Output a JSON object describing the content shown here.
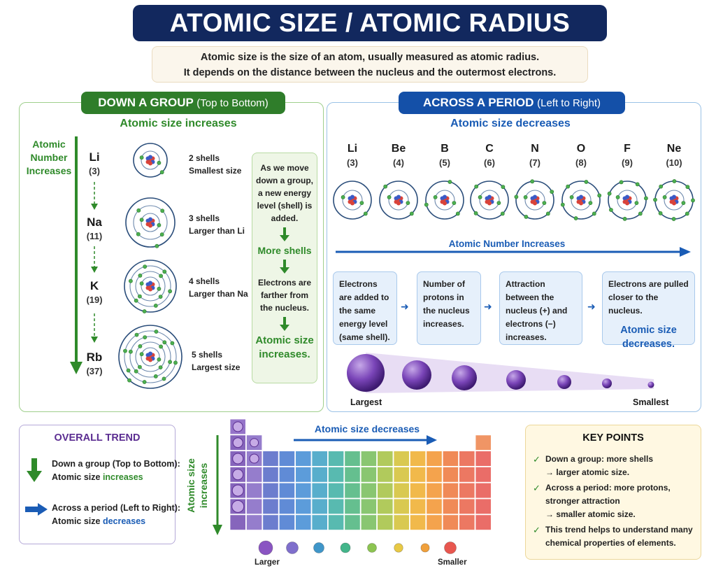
{
  "title": "ATOMIC SIZE / ATOMIC RADIUS",
  "intro": {
    "line1": "Atomic size is the size of an atom, usually measured as atomic radius.",
    "line2": "It depends on the distance between the nucleus and the outermost electrons."
  },
  "group_section": {
    "tag": "DOWN A GROUP",
    "tag_sub": "(Top to Bottom)",
    "heading": "Atomic size increases",
    "axis_label_line1": "Atomic",
    "axis_label_line2": "Number",
    "axis_label_line3": "Increases",
    "elements": [
      {
        "symbol": "Li",
        "number": "(3)",
        "shells": 2,
        "line1": "2 shells",
        "line2": "Smallest size"
      },
      {
        "symbol": "Na",
        "number": "(11)",
        "shells": 3,
        "line1": "3 shells",
        "line2": "Larger than Li"
      },
      {
        "symbol": "K",
        "number": "(19)",
        "shells": 4,
        "line1": "4 shells",
        "line2": "Larger than Na"
      },
      {
        "symbol": "Rb",
        "number": "(37)",
        "shells": 5,
        "line1": "5 shells",
        "line2": "Largest size"
      }
    ],
    "note_1": "As we move down a group, a new energy level (shell) is added.",
    "note_2": "More shells",
    "note_3": "Electrons are farther from the nucleus.",
    "note_4": "Atomic size increases."
  },
  "period_section": {
    "tag": "ACROSS A PERIOD",
    "tag_sub": "(Left to Right)",
    "heading": "Atomic size decreases",
    "elements": [
      {
        "symbol": "Li",
        "number": "(3)"
      },
      {
        "symbol": "Be",
        "number": "(4)"
      },
      {
        "symbol": "B",
        "number": "(5)"
      },
      {
        "symbol": "C",
        "number": "(6)"
      },
      {
        "symbol": "N",
        "number": "(7)"
      },
      {
        "symbol": "O",
        "number": "(8)"
      },
      {
        "symbol": "F",
        "number": "(9)"
      },
      {
        "symbol": "Ne",
        "number": "(10)"
      }
    ],
    "arrow_label": "Atomic Number Increases",
    "step_1": "Electrons are added to the same energy level (same shell).",
    "step_2": "Number of protons in the nucleus increases.",
    "step_3": "Attraction between the nucleus (+) and electrons (−) increases.",
    "step_4": "Electrons are pulled closer to the nucleus.",
    "step_4_result": "Atomic size decreases.",
    "largest_label": "Largest",
    "smallest_label": "Smallest"
  },
  "overall_trend": {
    "title": "OVERALL TREND",
    "down_line1": "Down a group (Top to Bottom):",
    "down_prefix": "Atomic size ",
    "down_word": "increases",
    "across_line1": "Across a period (Left to Right):",
    "across_prefix": "Atomic size ",
    "across_word": "decreases"
  },
  "periodic_table": {
    "top_label": "Atomic size decreases",
    "side_label_line1": "Atomic size",
    "side_label_line2": "increases",
    "larger_label": "Larger",
    "smaller_label": "Smaller"
  },
  "key_points": {
    "title": "KEY POINTS",
    "p1_line1": "Down a group: more shells",
    "p1_line2": "→ larger atomic size.",
    "p2_line1": "Across a period: more protons,",
    "p2_line2": "stronger attraction",
    "p2_line3": "→ smaller atomic size.",
    "p3_line1": "This trend helps to understand many",
    "p3_line2": "chemical properties of elements."
  },
  "colors": {
    "navy": "#12285e",
    "green": "#2f8a2a",
    "blue": "#1a5cb5",
    "purple": "#5b2d91"
  }
}
